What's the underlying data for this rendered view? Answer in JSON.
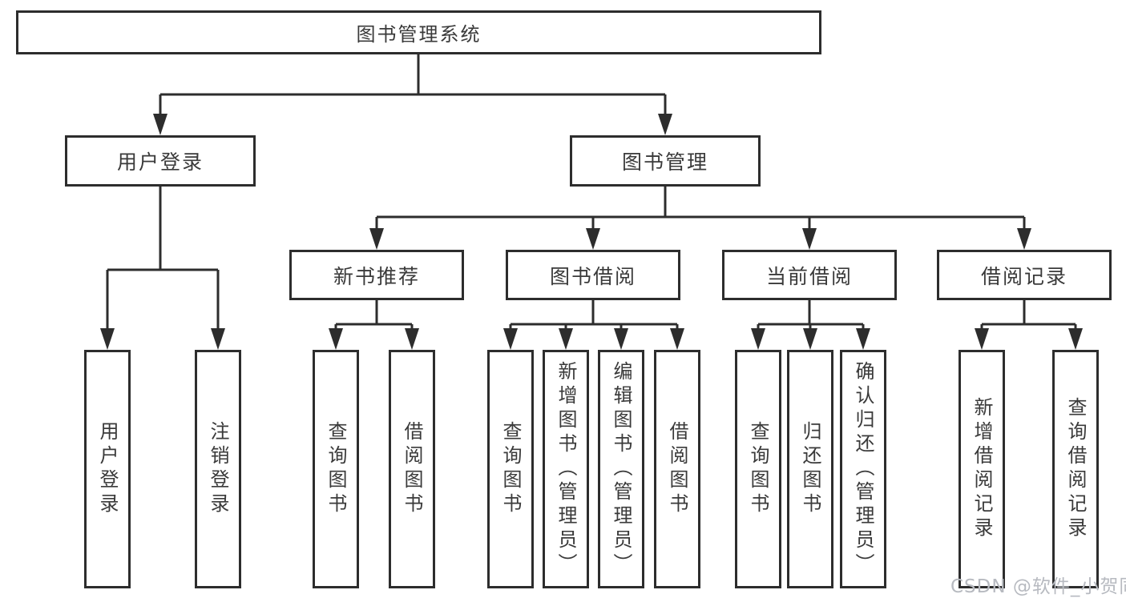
{
  "diagram_title": "图书管理系统",
  "tree": {
    "root": {
      "label": "图书管理系统"
    },
    "branches": [
      {
        "label": "用户登录",
        "leaves": [
          {
            "label": "用户登录"
          },
          {
            "label": "注销登录"
          }
        ]
      },
      {
        "label": "图书管理",
        "groups": [
          {
            "label": "新书推荐",
            "leaves": [
              {
                "label": "查询图书"
              },
              {
                "label": "借阅图书"
              }
            ]
          },
          {
            "label": "图书借阅",
            "leaves": [
              {
                "label": "查询图书"
              },
              {
                "label": "新增图书（管理员）"
              },
              {
                "label": "编辑图书（管理员）"
              },
              {
                "label": "借阅图书"
              }
            ]
          },
          {
            "label": "当前借阅",
            "leaves": [
              {
                "label": "查询图书"
              },
              {
                "label": "归还图书"
              },
              {
                "label": "确认归还（管理员）"
              }
            ]
          },
          {
            "label": "借阅记录",
            "leaves": [
              {
                "label": "新增借阅记录"
              },
              {
                "label": "查询借阅记录"
              }
            ]
          }
        ]
      }
    ]
  },
  "watermark": {
    "text": "CSDN @软件_小贺同学",
    "color": "#b7bac0"
  },
  "colors": {
    "line": "#2d2d2d",
    "text": "#3a3a3a",
    "background": "#ffffff"
  }
}
